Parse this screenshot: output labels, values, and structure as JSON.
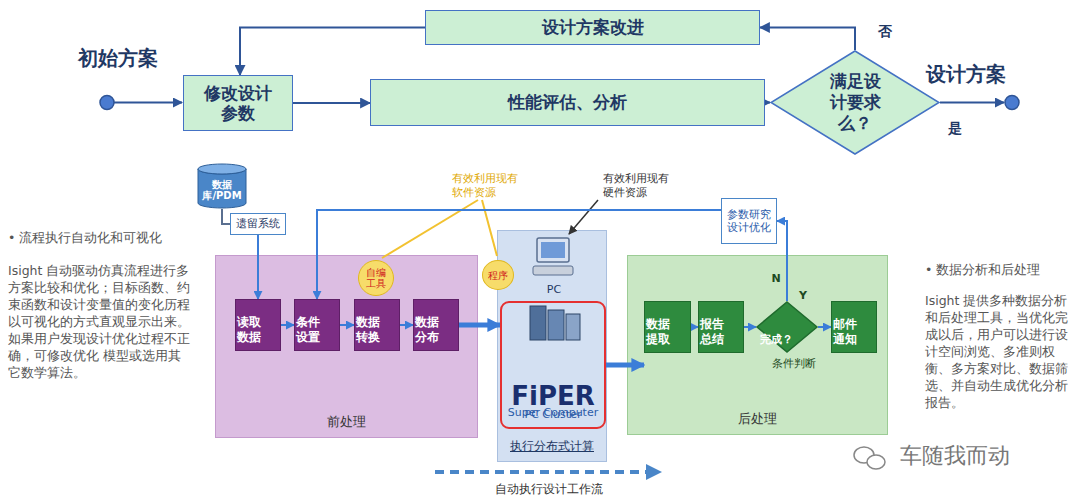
{
  "diagram": {
    "nodes": [
      {
        "text": [
          "修改设计参数"
        ]
      },
      {
        "text": [
          "性能评估、分析"
        ]
      },
      {
        "text": [
          "满足设计要求么？"
        ]
      },
      {
        "text": [
          "设计方案改进"
        ]
      },
      {
        "text": [
          "前处理"
        ]
      },
      {
        "text": [
          "读取数据"
        ],
        "in": 4
      },
      {
        "text": [
          "条件设置"
        ],
        "in": 4
      },
      {
        "text": [
          "数据转换"
        ],
        "in": 4
      },
      {
        "text": [
          "数据分布"
        ],
        "in": 4
      },
      {
        "text": [
          "执行分布式计算"
        ]
      },
      {
        "text": [
          "PC"
        ],
        "in": 9
      },
      {
        "text": [
          "Super Computer",
          "FiPER",
          "PC Cluster"
        ],
        "in": 9
      },
      {
        "text": [
          "后处理"
        ]
      },
      {
        "text": [
          "数据提取"
        ],
        "in": 12
      },
      {
        "text": [
          "报告总结"
        ],
        "in": 12
      },
      {
        "text": [
          "完成？",
          "条件判断"
        ],
        "in": 12
      },
      {
        "text": [
          "邮件通知"
        ],
        "in": 12
      },
      {
        "text": [
          "数据库/PDM"
        ]
      },
      {
        "text": [
          "遗留系统"
        ]
      },
      {
        "text": [
          "自编工具"
        ]
      },
      {
        "text": [
          "程序"
        ]
      },
      {
        "text": [
          "参数研究设计优化"
        ]
      }
    ],
    "edges": [
      {
        "from": 0,
        "to": 1,
        "arrow": "to"
      },
      {
        "from": 1,
        "to": 2,
        "arrow": "to"
      },
      {
        "from": 2,
        "to": 3,
        "label": "否",
        "arrow": "to"
      },
      {
        "from": 3,
        "to": 0,
        "arrow": "to"
      },
      {
        "from": 17,
        "to": 18,
        "arrow": "none"
      },
      {
        "from": 18,
        "to": 5,
        "arrow": "to"
      },
      {
        "from": 5,
        "to": 6,
        "arrow": "to"
      },
      {
        "from": 6,
        "to": 7,
        "arrow": "to"
      },
      {
        "from": 7,
        "to": 8,
        "arrow": "to"
      },
      {
        "from": 8,
        "to": 11,
        "arrow": "to"
      },
      {
        "from": 11,
        "to": 13,
        "arrow": "to"
      },
      {
        "from": 13,
        "to": 14,
        "arrow": "to"
      },
      {
        "from": 14,
        "to": 15,
        "arrow": "to"
      },
      {
        "from": 15,
        "to": 16,
        "label": "Y",
        "arrow": "to"
      },
      {
        "from": 15,
        "to": 21,
        "label": "N",
        "arrow": "to"
      },
      {
        "from": 21,
        "to": 6,
        "arrow": "to"
      }
    ],
    "labels": [
      "初始方案",
      "设计方案",
      "是",
      "有效利用现有软件资源",
      "有效利用现有硬件资源",
      "自动执行设计工作流",
      "• 流程执行自动化和可视化",
      "Isight 自动驱动仿真流程进行多方案比较和优化；目标函数、约束函数和设计变量值的变化历程以可视化的方式直观显示出来。如果用户发现设计优化过程不正确，可修改优化 模型或选用其它数学算法。",
      "• 数据分析和后处理",
      "Isight 提供多种数据分析和后处理工具，当优化完成以后，用户可以进行设计空间浏览、多准则权衡、多方案对比、数据筛选、并自动生成优化分析报告。",
      "车随我而动"
    ]
  }
}
